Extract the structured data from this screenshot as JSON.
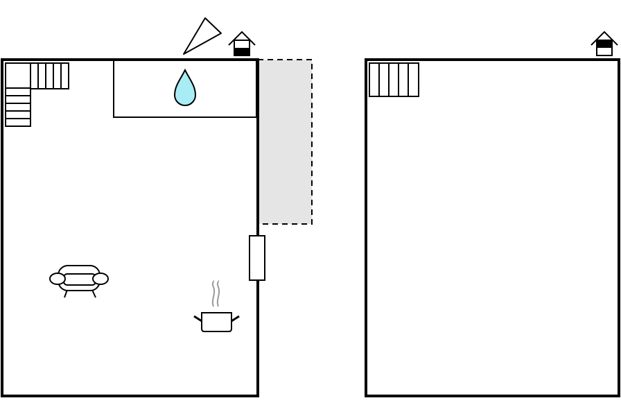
{
  "floors": [
    {
      "name": "ground-floor",
      "rooms": [
        {
          "name": "living-room",
          "icon": "sofa-icon"
        },
        {
          "name": "kitchen",
          "icon": "cooking-pot-icon"
        },
        {
          "name": "bathroom",
          "icon": "water-drop-icon"
        }
      ],
      "features": [
        "staircase-icon",
        "terrace",
        "door-icon",
        "north-compass-icon",
        "floor-level-icon"
      ]
    },
    {
      "name": "upper-floor",
      "features": [
        "staircase-icon",
        "floor-level-icon"
      ]
    }
  ],
  "colors": {
    "wall": "#000000",
    "terrace_fill": "#e5e5e5",
    "water": "#a8ecf5",
    "steam": "#9a9a9a"
  }
}
